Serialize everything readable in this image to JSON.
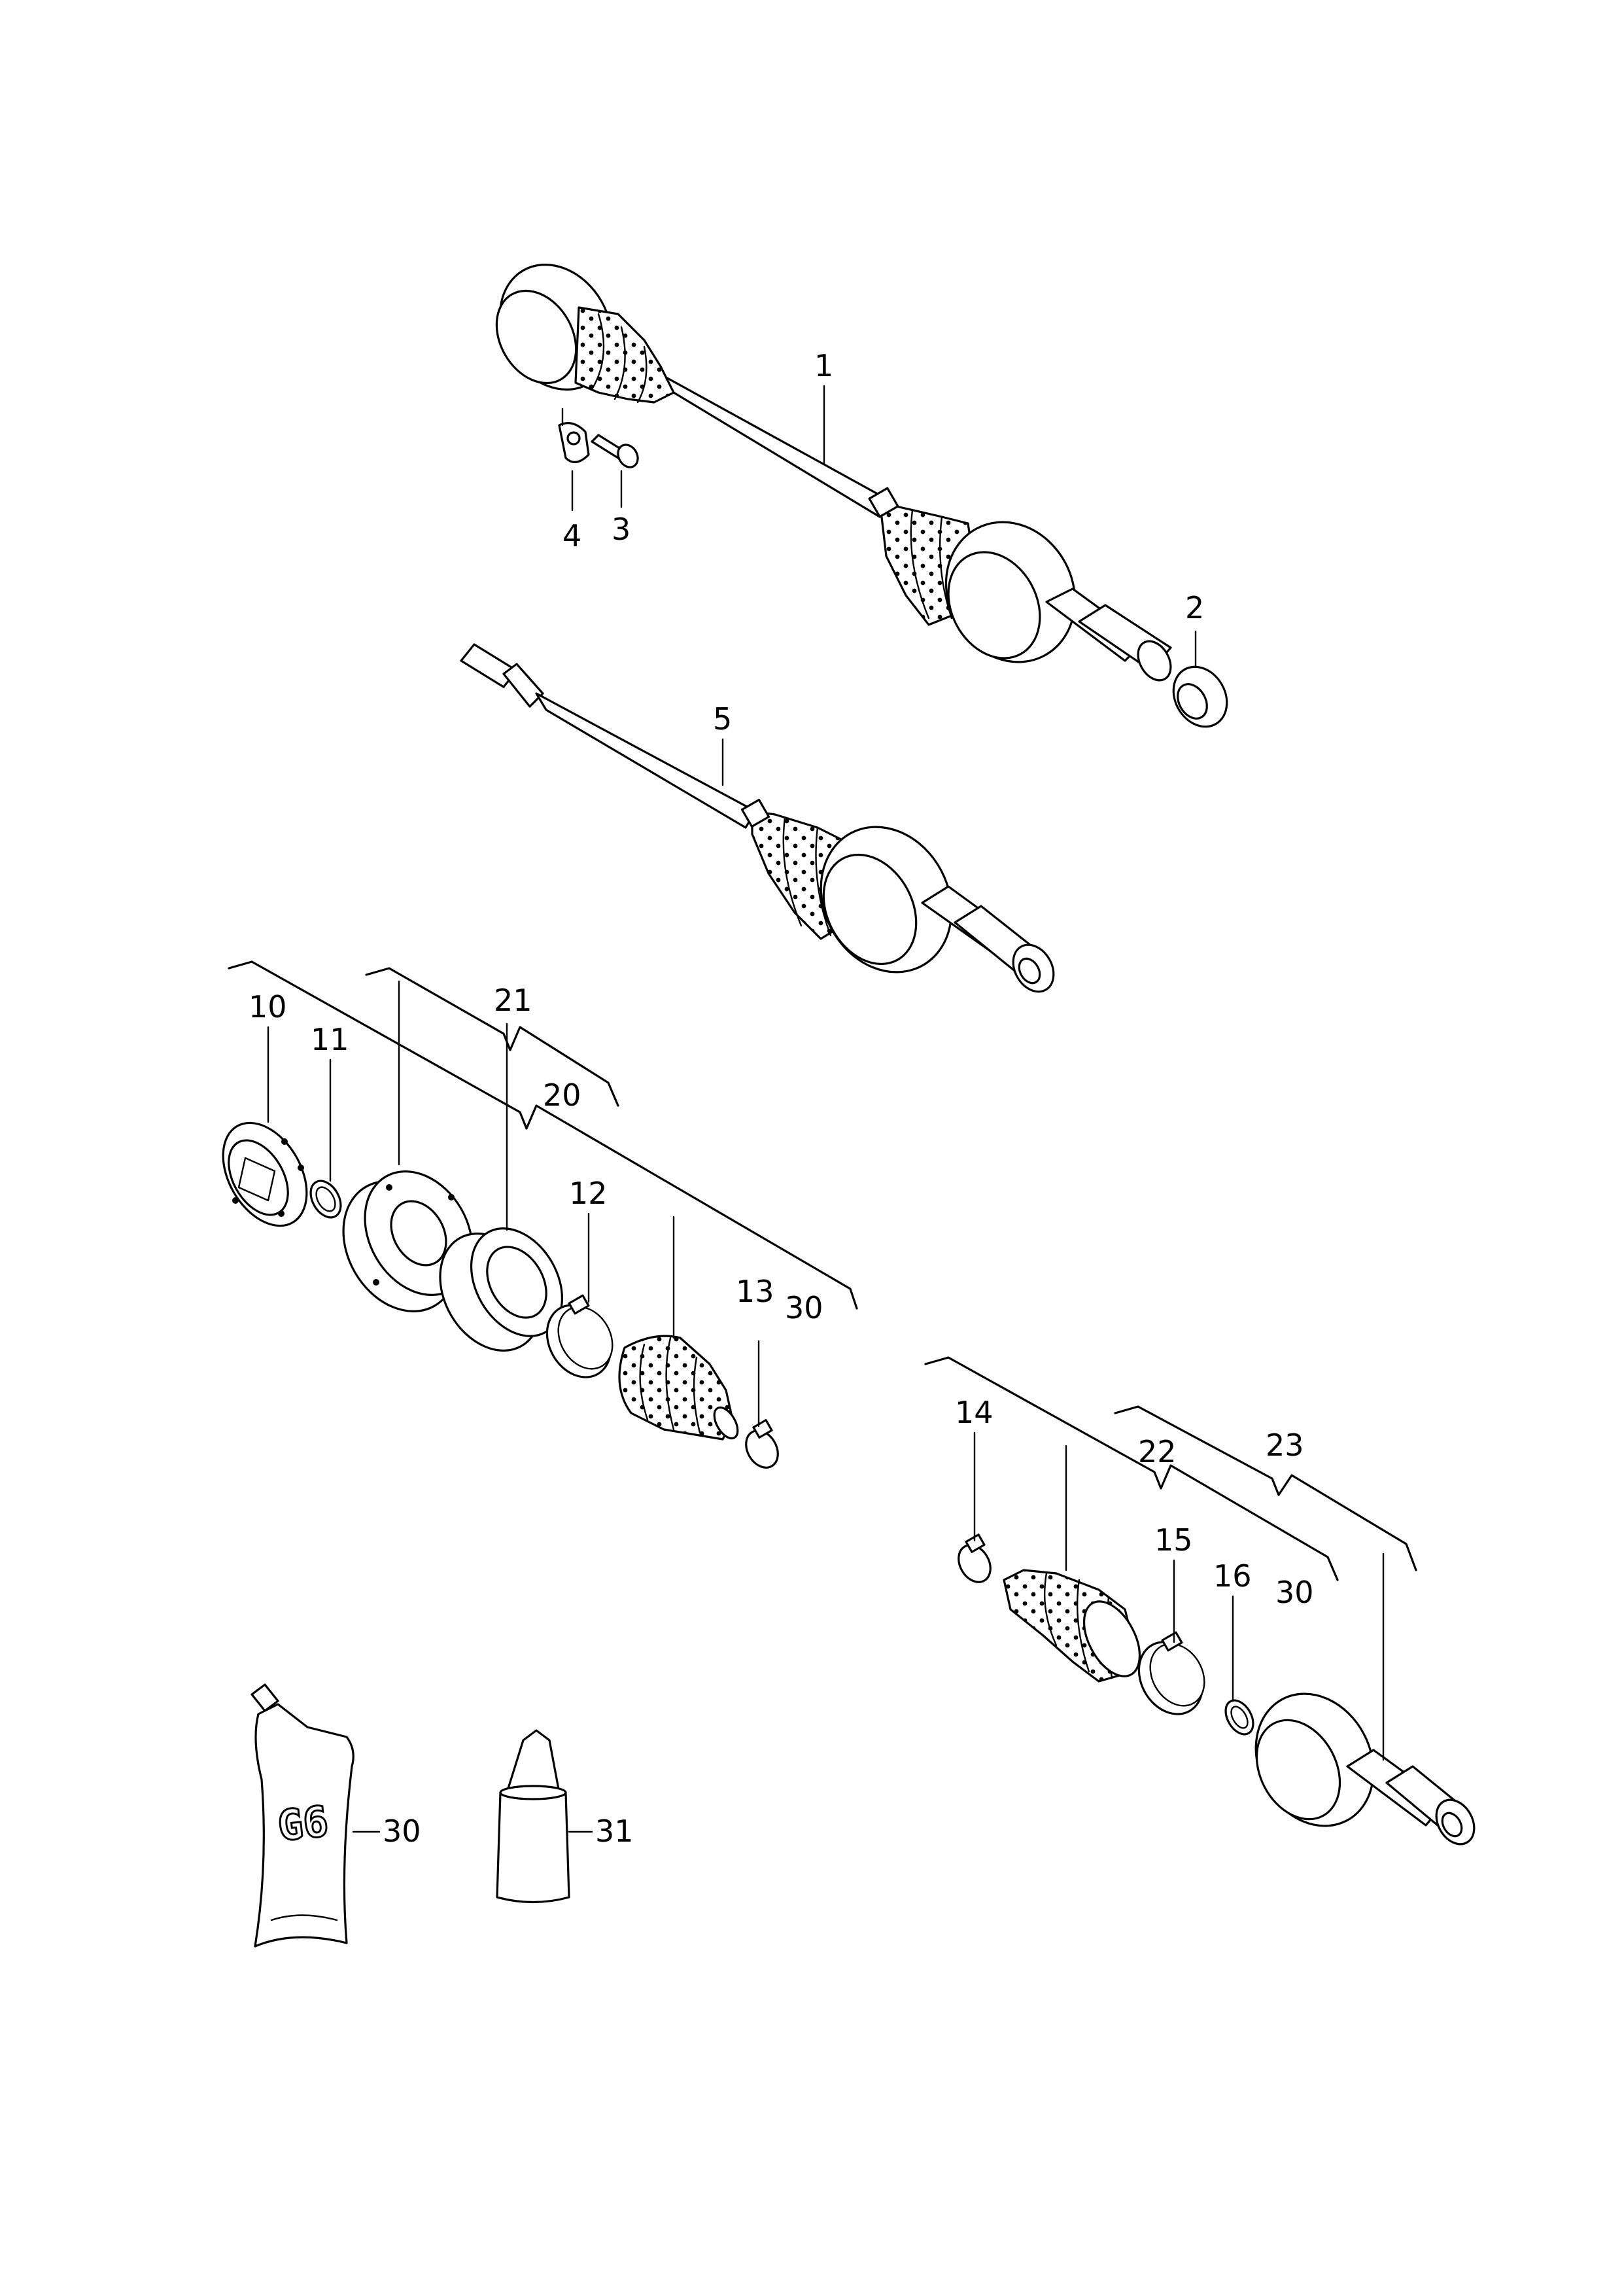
{
  "labels": {
    "p1": "1",
    "p2": "2",
    "p3": "3",
    "p4": "4",
    "p5": "5",
    "p10": "10",
    "p11": "11",
    "p12": "12",
    "p13": "13",
    "p14": "14",
    "p15": "15",
    "p16": "16",
    "p20": "20",
    "p21": "21",
    "p22": "22",
    "p23": "23",
    "p30a": "30",
    "p30b": "30",
    "p30c": "30",
    "p31": "31"
  },
  "grease_tube_text": "G6"
}
